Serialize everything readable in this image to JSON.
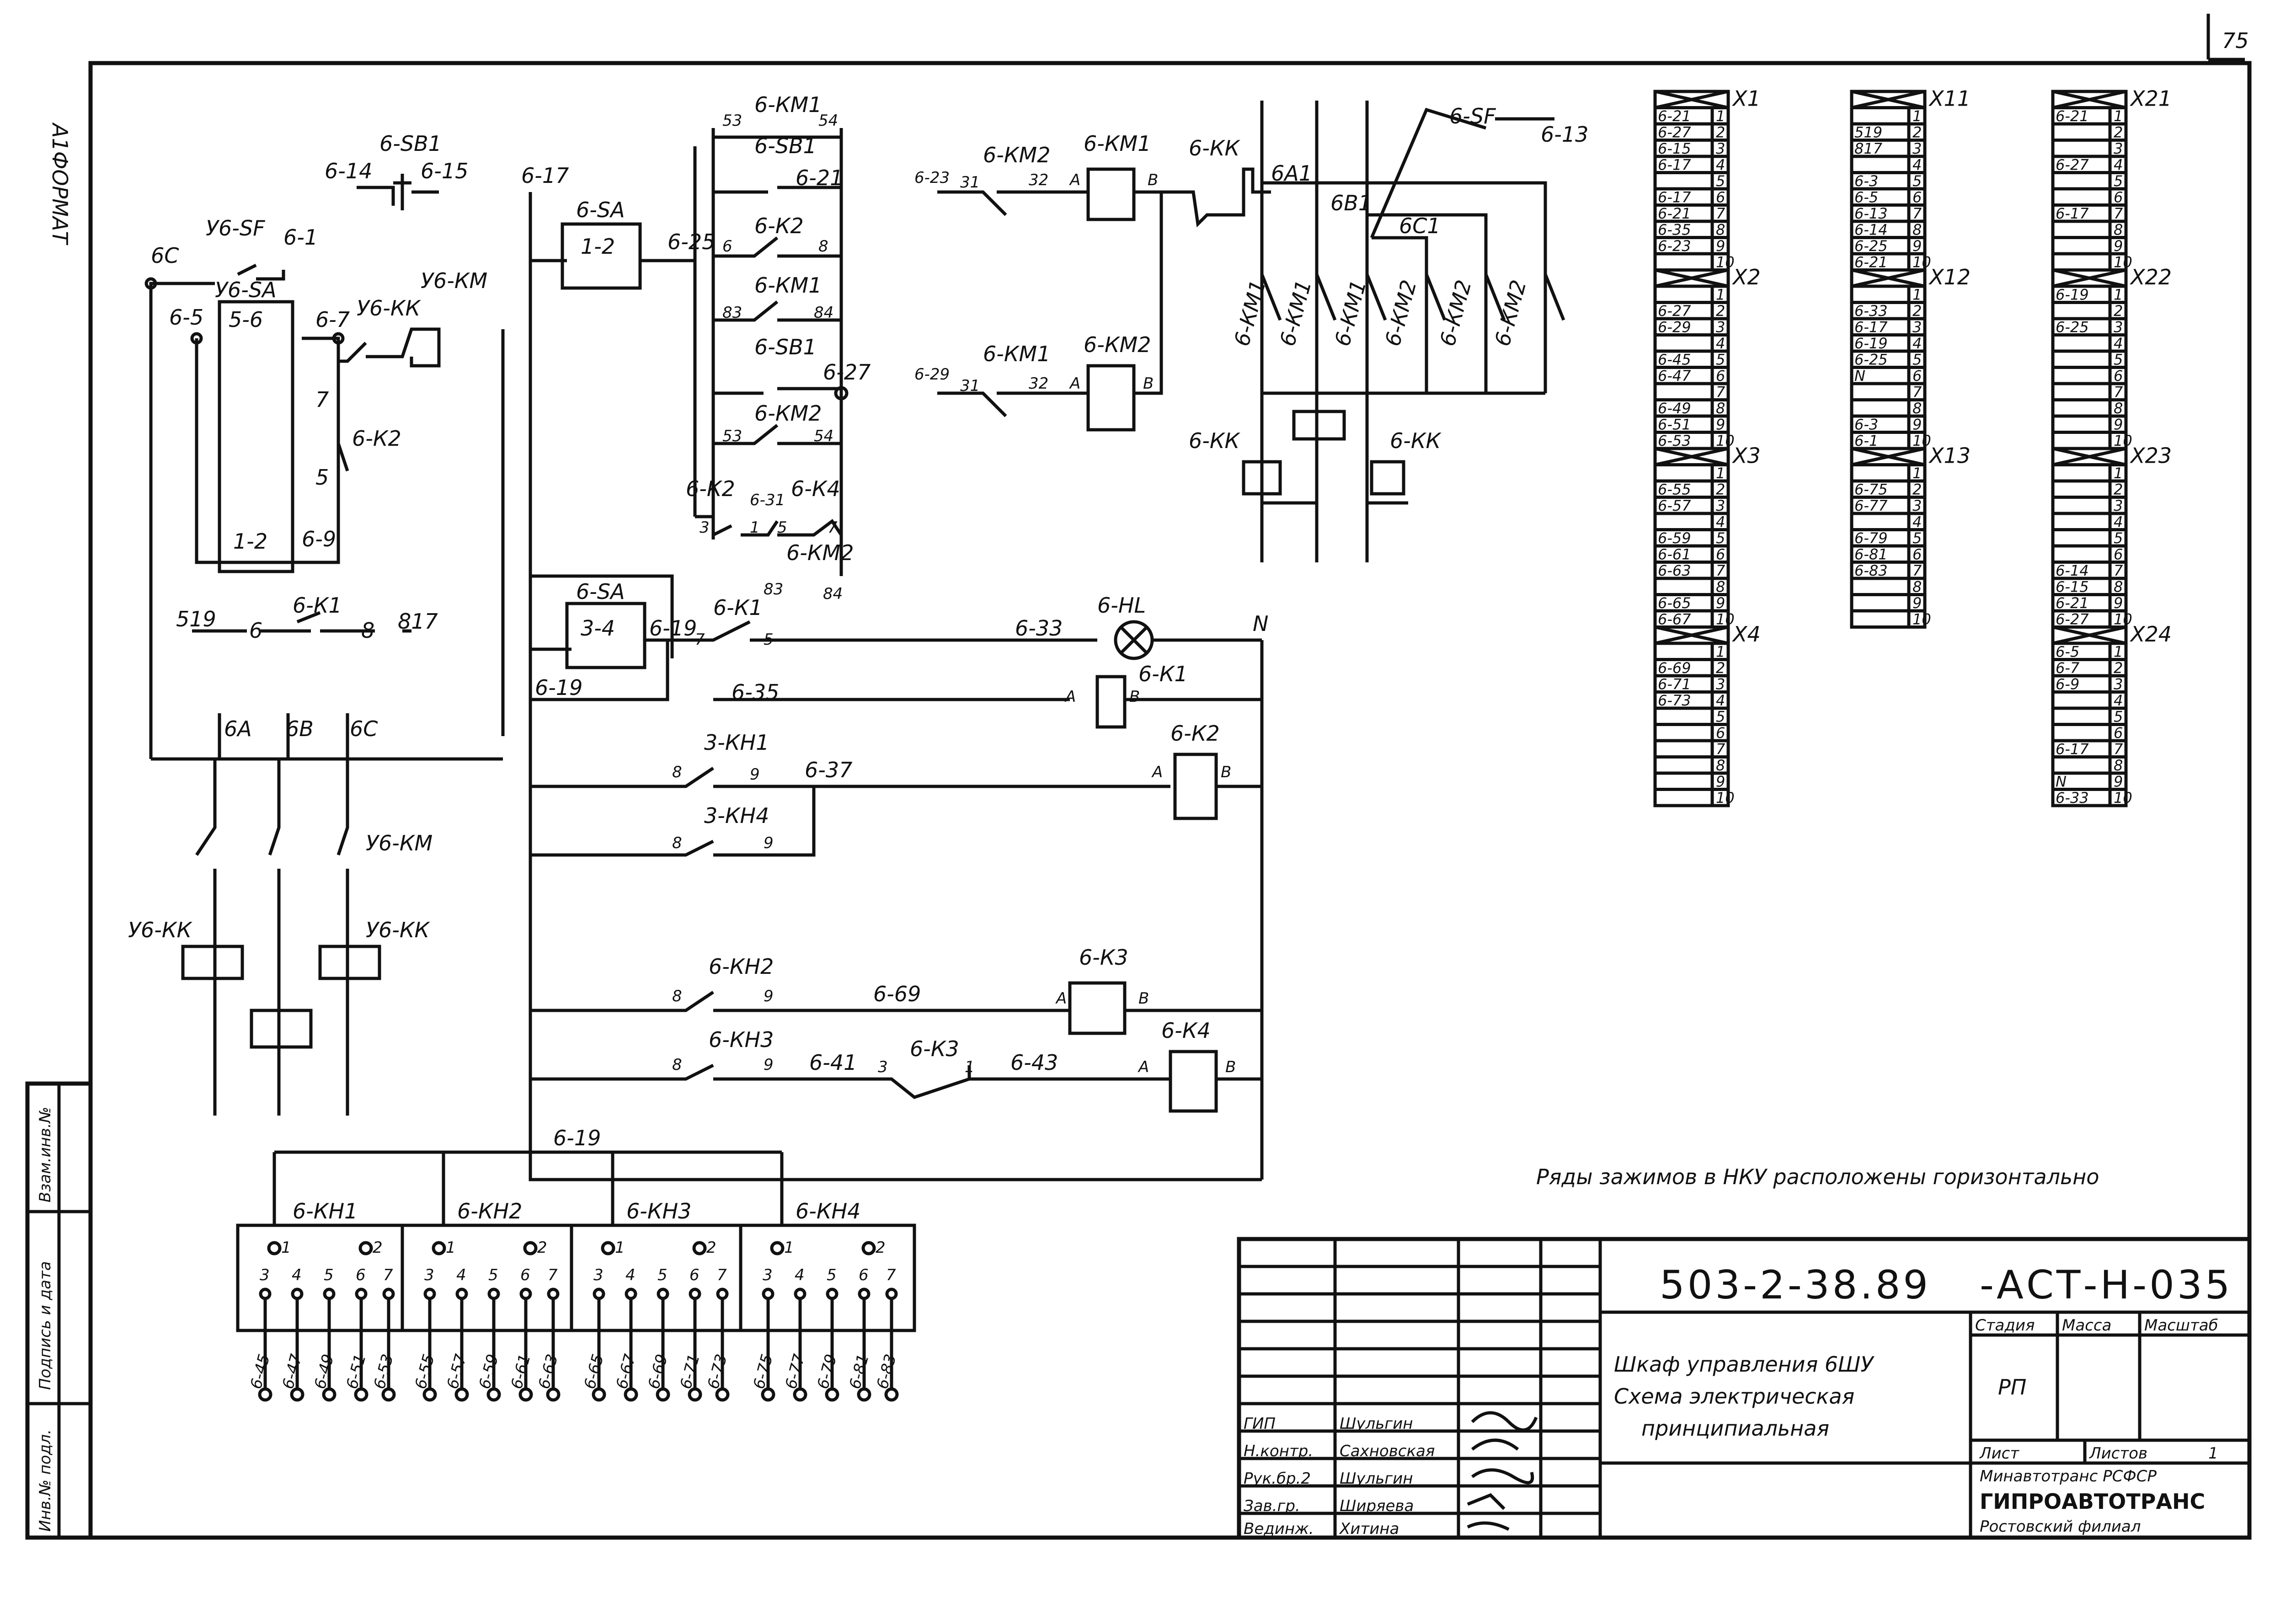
{
  "sheet": {
    "page_number": "75",
    "format_label": "A1ФОРМАТ",
    "side_stamp": [
      "Инв.№ подл.",
      "Подпись и дата",
      "Взам.инв.№"
    ]
  },
  "schematic": {
    "left_circuit": {
      "labels": [
        "6С",
        "У6-SF",
        "6-1",
        "У6-SA",
        "5-6",
        "6-5",
        "6-7",
        "У6-КК",
        "У6-КМ",
        "7",
        "6-К2",
        "5",
        "1-2",
        "6-9",
        "519",
        "6",
        "6-К1",
        "8",
        "817",
        "6А",
        "6В",
        "6С",
        "У6-КМ",
        "У6-КК",
        "У6-КК"
      ]
    },
    "sb1": {
      "labels": [
        "6-SB1",
        "6-14",
        "6-15"
      ]
    },
    "sa_block": {
      "labels": [
        "6-17",
        "6-SA",
        "1-2",
        "6-25"
      ]
    },
    "km_block": {
      "labels": [
        "53",
        "6-КМ1",
        "54",
        "6-SB1",
        "6-21",
        "6-К2",
        "6",
        "8",
        "6-КМ1",
        "83",
        "84",
        "6-SB1",
        "6-27",
        "6-КМ2",
        "53",
        "54",
        "6-К2",
        "6-31",
        "6-К4",
        "3",
        "1",
        "5",
        "7",
        "6-КМ2",
        "83",
        "84"
      ]
    },
    "coil_rows": {
      "labels": [
        "6-23",
        "31",
        "6-КМ2",
        "32",
        "А",
        "6-КМ1",
        "В",
        "6-КК",
        "6-29",
        "31",
        "6-КМ1",
        "32",
        "А",
        "6-КМ2",
        "В"
      ]
    },
    "power": {
      "labels": [
        "6-SF",
        "6-13",
        "6А1",
        "6В1",
        "6С1",
        "6-КМ1",
        "6-КМ1",
        "6-КМ1",
        "6-КМ2",
        "6-КМ2",
        "6-КМ2",
        "6-КК",
        "6-КК"
      ]
    },
    "control_lines": {
      "labels": [
        "6-SA",
        "3-4",
        "6-19",
        "6-К1",
        "7",
        "5",
        "6-33",
        "6-HL",
        "N",
        "6-19",
        "6-35",
        "А",
        "6-К1",
        "В",
        "3-КН1",
        "8",
        "9",
        "6-37",
        "6-К2",
        "А",
        "В",
        "3-КН4",
        "8",
        "9",
        "6-КН2",
        "8",
        "9",
        "6-69",
        "6-К3",
        "А",
        "В",
        "6-КН3",
        "8",
        "9",
        "6-41",
        "3",
        "6-К3",
        "1",
        "6-43",
        "6-К4",
        "А",
        "В",
        "6-19"
      ]
    },
    "relay_strip": {
      "groups": [
        "6-КН1",
        "6-КН2",
        "6-КН3",
        "6-КН4"
      ],
      "top_pins": [
        "1",
        "2"
      ],
      "pins": [
        "3",
        "4",
        "5",
        "6",
        "7"
      ],
      "wires": [
        "6-45",
        "6-47",
        "6-49",
        "6-51",
        "6-53",
        "6-55",
        "6-57",
        "6-59",
        "6-61",
        "6-63",
        "6-65",
        "6-67",
        "6-69",
        "6-71",
        "6-73",
        "6-75",
        "6-77",
        "6-79",
        "6-81",
        "6-83"
      ]
    }
  },
  "terminals": {
    "col1": {
      "blocks": [
        "X1",
        "X2",
        "X3",
        "X4"
      ],
      "cells": [
        [
          "",
          "",
          "",
          "",
          "",
          "",
          "",
          "",
          "",
          "",
          ""
        ],
        [
          "6-21",
          "6-27",
          "6-15",
          "6-17",
          "",
          "6-17",
          "6-21",
          "6-35",
          "6-23"
        ],
        [
          "6-27",
          "6-29",
          "",
          "6-45",
          "6-47",
          "",
          "6-49",
          "6-51",
          "6-53"
        ],
        [
          "6-55",
          "6-57",
          "",
          "6-59",
          "6-61",
          "6-63",
          "",
          "6-65",
          "6-67"
        ],
        [
          "6-69",
          "6-71",
          "6-73",
          "",
          "",
          "",
          "",
          "",
          ""
        ]
      ]
    },
    "col1_x1": [
      "6-21",
      "6-27",
      "6-15",
      "6-17",
      "",
      "6-17",
      "6-21",
      "6-35",
      "6-23"
    ],
    "col1_x2": [
      "",
      "6-27",
      "6-29",
      "",
      "6-45",
      "6-47",
      "",
      "6-49",
      "6-51",
      "6-53"
    ],
    "col1_x3": [
      "",
      "6-55",
      "6-57",
      "",
      "6-59",
      "6-61",
      "6-63",
      "",
      "6-65",
      "6-67"
    ],
    "col1_x4": [
      "",
      "6-69",
      "6-71",
      "6-73",
      "",
      "",
      "",
      "",
      "",
      ""
    ],
    "col2_x11": [
      "",
      "519",
      "817",
      "",
      "6-3",
      "6-5",
      "6-13",
      "6-14",
      "6-25",
      "6-21"
    ],
    "col2_x12": [
      "",
      "6-33",
      "6-17",
      "6-19",
      "6-25",
      "N",
      "",
      "",
      "6-3",
      "6-1"
    ],
    "col2_x13": [
      "",
      "6-75",
      "6-77",
      "",
      "6-79",
      "6-81",
      "6-83",
      "",
      "",
      ""
    ],
    "col2_blocks": [
      "X11",
      "X12",
      "X13"
    ],
    "col3_x21": [
      "6-21",
      "",
      "",
      "6-27",
      "",
      "",
      "6-17",
      "",
      "",
      ""
    ],
    "col3_x22": [
      "6-19",
      "",
      "6-25",
      "",
      "",
      "",
      "",
      "",
      "",
      ""
    ],
    "col3_x23": [
      "",
      "",
      "",
      "",
      "",
      "",
      "6-14",
      "6-15",
      "6-21",
      "6-27"
    ],
    "col3_x24": [
      "6-5",
      "6-7",
      "6-9",
      "",
      "",
      "",
      "6-17",
      "",
      "N",
      "6-33"
    ],
    "col3_blocks": [
      "X21",
      "X22",
      "X23",
      "X24"
    ],
    "note": "Ряды зажимов в НКУ расположены горизонтально"
  },
  "title_block": {
    "doc_number": "503-2-38.89",
    "doc_code": "-АСТ-Н-035",
    "title_lines": [
      "Шкаф управления 6ШУ",
      "Схема электрическая",
      "принципиальная"
    ],
    "headers": {
      "stage": "Стадия",
      "mass": "Масса",
      "scale": "Масштаб"
    },
    "stage_value": "РП",
    "sheet_label": "Лист",
    "sheets_label": "Листов",
    "sheets_value": "1",
    "org_line1": "Минавтотранс РСФСР",
    "org_line2": "ГИПРОАВТОТРАНС",
    "org_line3": "Ростовский филиал",
    "signers": [
      {
        "role": "ГИП",
        "name": "Шульгин"
      },
      {
        "role": "Н.контр.",
        "name": "Сахновская"
      },
      {
        "role": "Рук.бр.2",
        "name": "Шульгин"
      },
      {
        "role": "Зав.гр.",
        "name": "Ширяева"
      },
      {
        "role": "Вединж.",
        "name": "Хитина"
      }
    ]
  }
}
